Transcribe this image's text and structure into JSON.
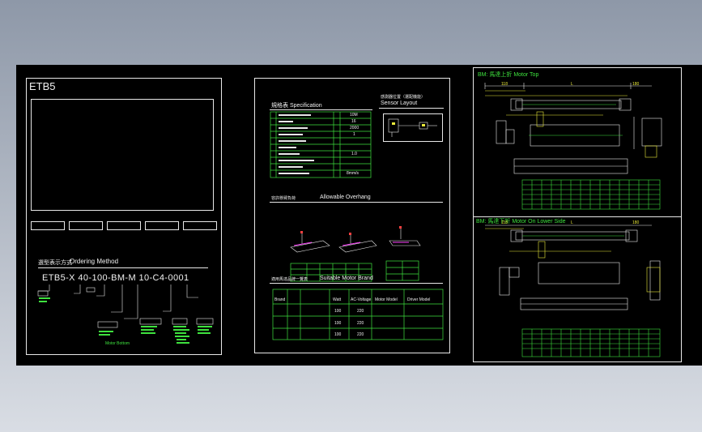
{
  "sheet1": {
    "title": "ETB5",
    "buttons": [
      "",
      "",
      "",
      "",
      ""
    ],
    "ordering_title_cn": "選型表示方式",
    "ordering_title_en": "Ordering Method",
    "ordering_code": "ETB5-X 40-100-BM-M 10-C4-0001",
    "callout_notes": [
      "Motor Bottom"
    ]
  },
  "sheet2": {
    "spec_title": "規格表 Specification",
    "sensor_title": "Sensor Layout",
    "sensor_title_cn": "感測器位置（選配機能）",
    "spec_values": [
      "10M",
      "16",
      "2000",
      "1",
      "",
      "",
      "1.0",
      "",
      "",
      "8mm/s"
    ],
    "overhang_title_cn": "容許懸臂負荷",
    "overhang_title_en": "Allowable Overhang",
    "motor_title_cn": "適用馬達品牌一覽表",
    "motor_title_en": "Suitable Motor Brand",
    "motor_table": {
      "headers": [
        "Brand",
        "Watt",
        "AC-Voltage",
        "Motor Model",
        "Driver Model"
      ],
      "rows": [
        [
          "",
          "",
          "100",
          "220",
          "",
          ""
        ],
        [
          "",
          "",
          "100",
          "220",
          "",
          ""
        ],
        [
          "",
          "",
          "100",
          "220",
          "",
          ""
        ]
      ]
    }
  },
  "sheet3": {
    "top_title": "BM: 馬達上折 Motor Top",
    "lower_title": "BM: 馬達下折 Motor On Lower Side",
    "dims_top": [
      "118",
      "L",
      "180"
    ],
    "dims_lower": [
      "118",
      "L",
      "180"
    ]
  },
  "colors": {
    "background": "#000000",
    "line": "#e8e8e8",
    "accent": "#3ee13e",
    "highlight": "#e8e83a",
    "magenta": "#ff40ff"
  }
}
